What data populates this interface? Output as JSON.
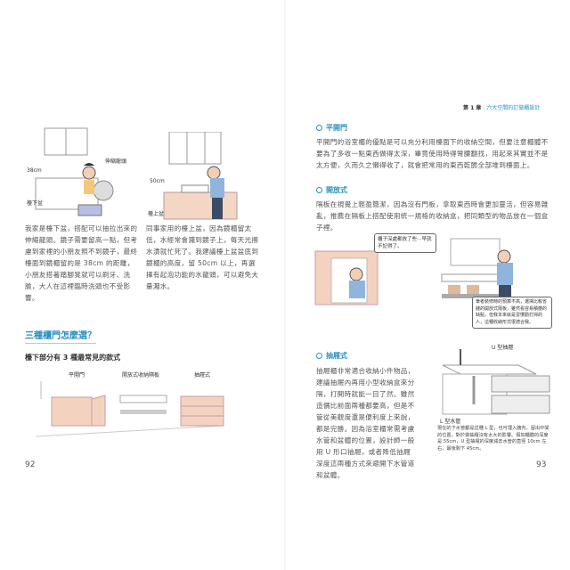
{
  "running_header": {
    "chapter": "第 1 章",
    "title": "六大空間的訂做櫃設計"
  },
  "left_page": {
    "illustration_1": {
      "label_faucet": "伸縮龍頭",
      "label_height": "38cm",
      "label_basin": "檯下盆"
    },
    "illustration_2": {
      "label_height": "50cm",
      "label_basin": "檯上盆"
    },
    "paragraph_1": "我家是檯下盆，搭配可以抽拉出來的伸縮龍頭。鏡子需要留高一點，但考慮到家裡的小朋友照不到鏡子，最終檯面到鏡櫃留的是 38cm 的距離，小朋友搭著踏腳凳就可以刷牙、洗臉，大人在這裡臨時洗頭也不受影響。",
    "paragraph_2": "同事家用的檯上盆，因為鏡櫃留太低，水經常會濺到鏡子上，每天光擦水漬就忙死了。我建議檯上盆盆底到鏡櫃的高度，留 50cm 以上，再選擇有起泡功能的水龍頭，可以避免大量濺水。",
    "section_title": "三種櫃門怎麼選？",
    "subtitle": "檯下部分有 3 種最常見的款式",
    "cabinet_labels": [
      "平開門",
      "開放式收納隔板",
      "抽屜式"
    ],
    "page_number": "92"
  },
  "right_page": {
    "sections": [
      {
        "title": "平開門",
        "text": "平開門的浴室櫃的優點是可以充分利用檯面下的收納空間，但要注意櫃體不要為了多收一點東西做得太深，畢竟使用時得彎腰翻找，用起來其實並不是太方便，久而久之懶得收了，就會把常用的東西乾脆全部堆到檯面上。"
      },
      {
        "title": "開放式",
        "text": "隔板在視覺上輕盈簡潔，因為沒有門板，拿取東西時會更加靈活，但容易雜亂，推薦在隔板上搭配使用統一規格的收納盒，把同類型的物品放在一個盒子裡。"
      },
      {
        "title": "抽屜式",
        "text": "抽屜櫃非常適合收納小件物品，建議抽屜內再用小型收納盒來分隔，打開時就能一目了然。雖然造價比前面兩種都要高，但是不管從美觀度還是便利度上來說，都是完勝。因為浴室櫃常需考慮水管和盆體的位置，設計師一般用 U 形口抽屜，或者降低抽屜深度這兩種方式來避開下水管道和盆體。"
      }
    ],
    "bubble_1": "櫃子深處都放了些⋯早就不記得了。",
    "bubble_2": "筆者裝修時的預算不高，選擇比較省錢的開放式隔板，雖然看容易積塵的缺點，但我本來就是習慣勤打掃的人，這種收納形式很適合我。",
    "drawer_labels": {
      "u_drawer": "U 型抽屜",
      "l_pipe": "L 型水管"
    },
    "drawer_caption": "現在的下水管都是這種 L 型，也可埋入牆內，留出中間的位置，對於做抽屜沒有太大的影響。假如櫃體的深度是 55cm，U 型抽屜的深度減去水管的直徑 10cm 左右，最後剩下 45cm。",
    "page_number": "93"
  }
}
